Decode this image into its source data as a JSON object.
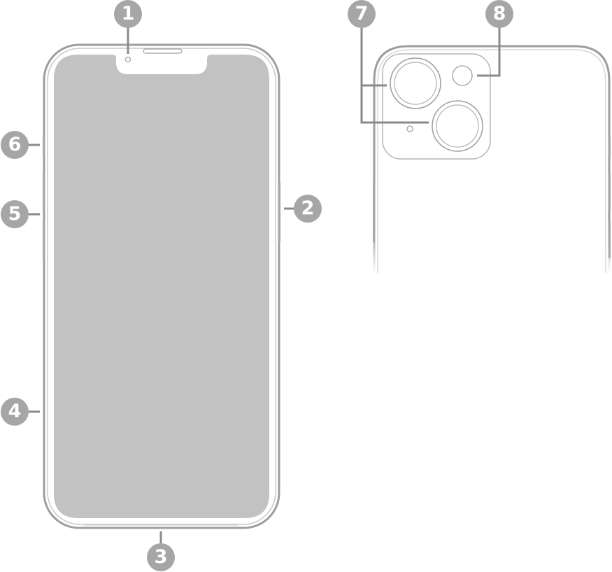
{
  "diagram": {
    "title": "iPhone front and back with numbered callouts",
    "views": [
      "front",
      "back"
    ],
    "colors": {
      "screen": "#c2c2c2",
      "outline": "#9e9e9e",
      "callout_fill": "#a6a6a6",
      "callout_text": "#ffffff",
      "leader_line": "#8a8a8a"
    }
  },
  "callouts": [
    {
      "number": "1",
      "feature": "front-camera"
    },
    {
      "number": "2",
      "feature": "side-button"
    },
    {
      "number": "3",
      "feature": "charging-port"
    },
    {
      "number": "4",
      "feature": "sim-tray"
    },
    {
      "number": "5",
      "feature": "volume-buttons"
    },
    {
      "number": "6",
      "feature": "ring-silent-switch"
    },
    {
      "number": "7",
      "feature": "rear-cameras"
    },
    {
      "number": "8",
      "feature": "flash"
    }
  ]
}
